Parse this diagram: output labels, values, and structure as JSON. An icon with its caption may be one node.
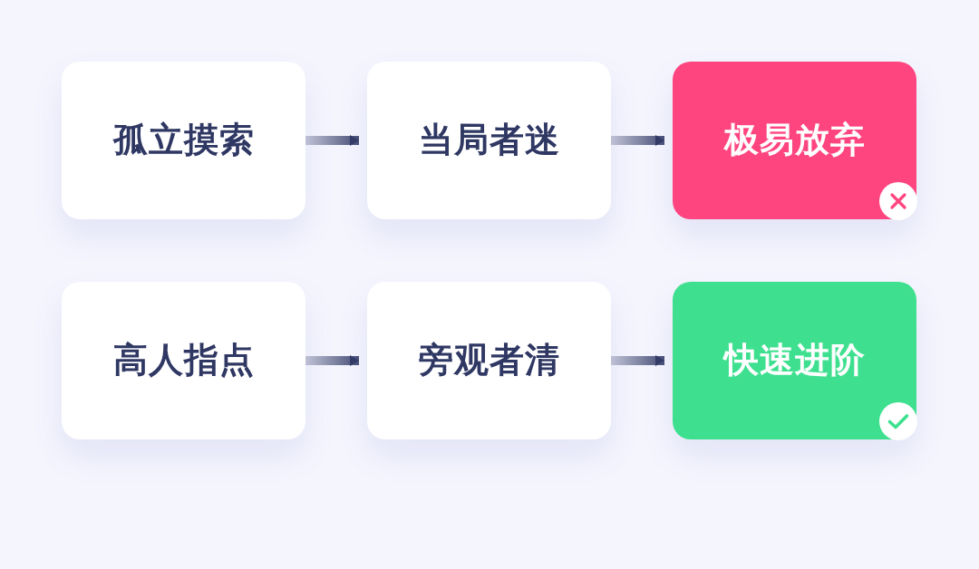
{
  "diagram": {
    "nodes": [
      {
        "text": [
          "孤立摸索"
        ]
      },
      {
        "text": [
          "当局者迷"
        ]
      },
      {
        "text": [
          "极易放弃"
        ]
      },
      {
        "text": [
          "高人指点"
        ]
      },
      {
        "text": [
          "旁观者清"
        ]
      },
      {
        "text": [
          "快速进阶"
        ]
      }
    ],
    "edges": [
      {
        "from": 0,
        "to": 1,
        "arrow": "to"
      },
      {
        "from": 1,
        "to": 2,
        "arrow": "to"
      },
      {
        "from": 3,
        "to": 4,
        "arrow": "to"
      },
      {
        "from": 4,
        "to": 5,
        "arrow": "to"
      }
    ]
  }
}
